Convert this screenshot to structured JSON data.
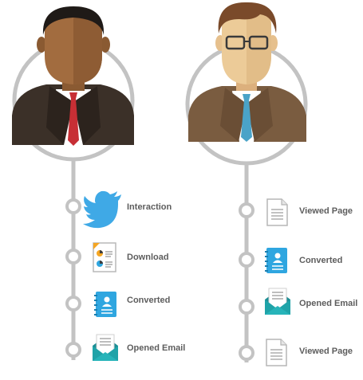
{
  "timelines": [
    {
      "person": "man-dark-suit",
      "events": [
        {
          "label": "Interaction",
          "icon": "twitter-bird-icon"
        },
        {
          "label": "Download",
          "icon": "report-document-icon"
        },
        {
          "label": "Converted",
          "icon": "contact-notebook-icon"
        },
        {
          "label": "Opened Email",
          "icon": "open-envelope-icon"
        }
      ]
    },
    {
      "person": "man-glasses-brown-suit",
      "events": [
        {
          "label": "Viewed Page",
          "icon": "page-icon"
        },
        {
          "label": "Converted",
          "icon": "contact-notebook-icon"
        },
        {
          "label": "Opened Email",
          "icon": "open-envelope-icon"
        },
        {
          "label": "Viewed Page",
          "icon": "page-icon"
        }
      ]
    }
  ],
  "colors": {
    "line": "#c3c3c3",
    "label": "#5d5d5d",
    "twitter": "#3fa9e6",
    "notebook": "#2fa6e0",
    "envelope": "#1fa3a8",
    "suit_dark": "#3b3028",
    "suit_brown": "#7a5c40",
    "tie_red": "#c72f35",
    "tie_blue": "#4aa3c8"
  }
}
